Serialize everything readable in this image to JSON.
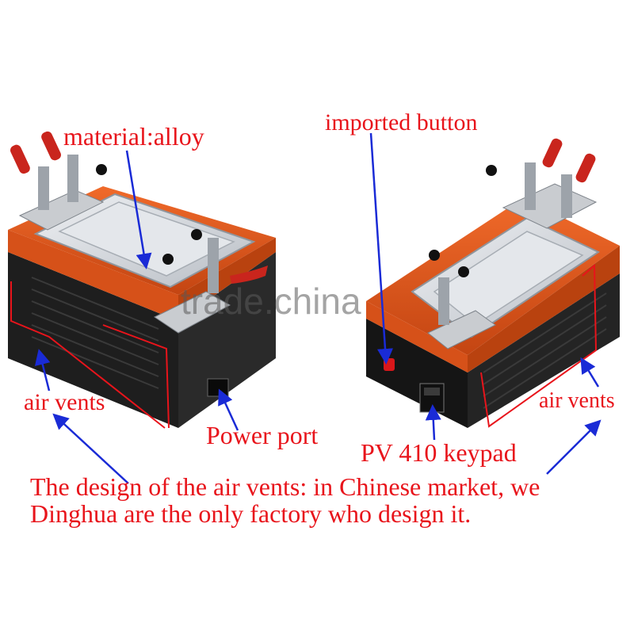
{
  "labels": {
    "material": "material:alloy",
    "imported_button": "imported button",
    "air_vents_left": "air vents",
    "air_vents_right": "air vents",
    "power_port": "Power port",
    "keypad": "PV 410 keypad",
    "note_line1": "The design of the air vents: in Chinese market, we",
    "note_line2": "Dinghua are the only factory who  design it."
  },
  "watermark": {
    "text": "trade.china"
  },
  "colors": {
    "label_text": "#e8141b",
    "arrow": "#1a2bd6",
    "outline": "#e8141b",
    "machine_orange": "#e0581c",
    "machine_dark": "#1c1c1c",
    "plate": "#d9dde2",
    "knob_red": "#c9251d"
  }
}
